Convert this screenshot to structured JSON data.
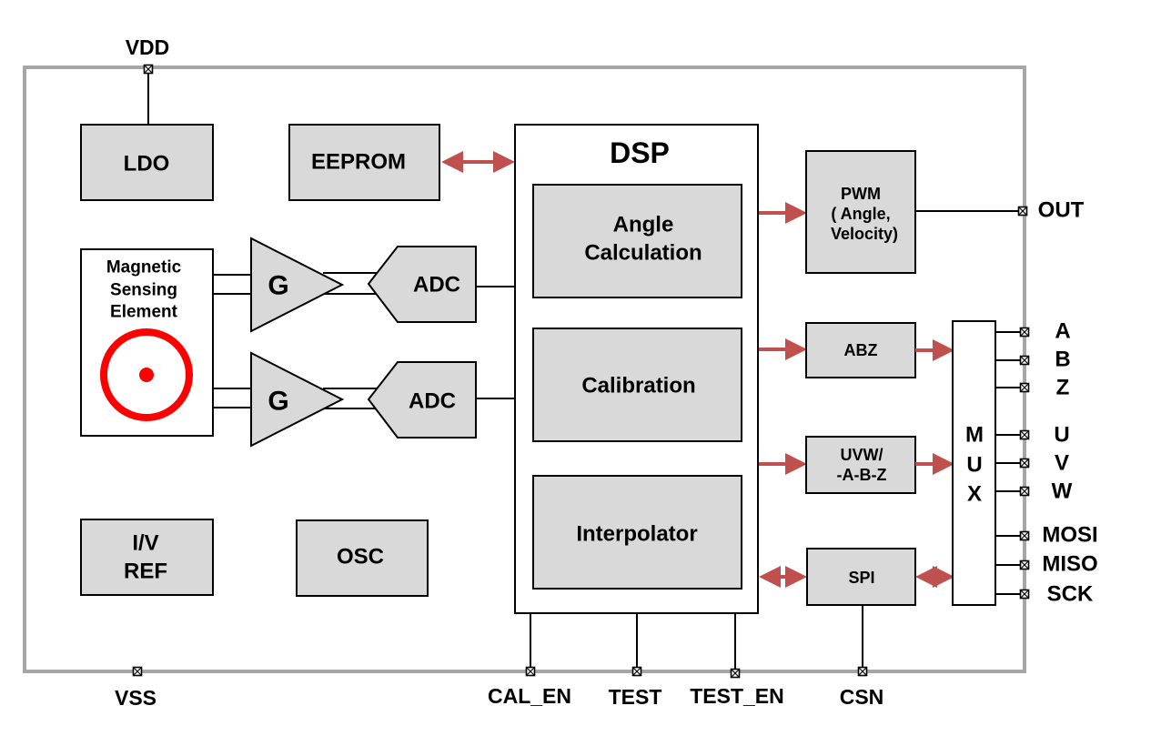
{
  "diagram": {
    "colors": {
      "block_fill": "#d9d9d9",
      "chip_border": "#a6a6a6",
      "arrow": "#c0504d",
      "sensor": "#ff0000"
    },
    "pins": {
      "vdd": "VDD",
      "vss": "VSS",
      "out": "OUT",
      "a": "A",
      "b": "B",
      "z": "Z",
      "u": "U",
      "v": "V",
      "w": "W",
      "mosi": "MOSI",
      "miso": "MISO",
      "sck": "SCK",
      "cal_en": "CAL_EN",
      "test": "TEST",
      "test_en": "TEST_EN",
      "csn": "CSN"
    },
    "blocks": {
      "ldo": "LDO",
      "eeprom": "EEPROM",
      "sensor_line1": "Magnetic",
      "sensor_line2": "Sensing",
      "sensor_line3": "Element",
      "gain1": "G",
      "gain2": "G",
      "adc1": "ADC",
      "adc2": "ADC",
      "ivref_line1": "I/V",
      "ivref_line2": "REF",
      "osc": "OSC",
      "dsp": "DSP",
      "angle_line1": "Angle",
      "angle_line2": "Calculation",
      "calibration": "Calibration",
      "interpolator": "Interpolator",
      "pwm_line1": "PWM",
      "pwm_line2": "( Angle,",
      "pwm_line3": "Velocity)",
      "abz": "ABZ",
      "uvw_line1": "UVW/",
      "uvw_line2": "-A-B-Z",
      "spi": "SPI",
      "mux_line1": "M",
      "mux_line2": "U",
      "mux_line3": "X"
    }
  }
}
